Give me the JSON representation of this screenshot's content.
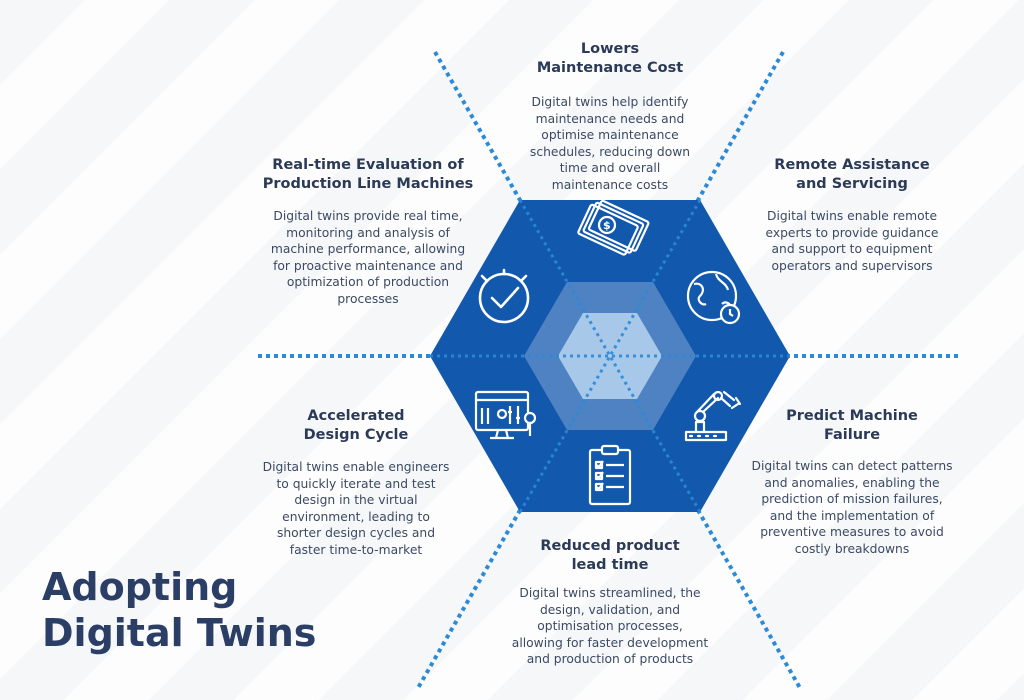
{
  "title": "Adopting\nDigital Twins",
  "colors": {
    "hexagon": "#1258ad",
    "accent_dots": "#2a8ad8",
    "text": "#2b3a57"
  },
  "blocks": [
    {
      "id": "lowers-maintenance-cost",
      "icon": "money-icon",
      "title": "Lowers\nMaintenance Cost",
      "text": "Digital twins help identify\nmaintenance needs and\noptimise maintenance\nschedules, reducing down\ntime and overall\nmaintenance costs"
    },
    {
      "id": "remote-assistance",
      "icon": "globe-clock-icon",
      "title": "Remote Assistance\nand Servicing",
      "text": "Digital twins enable remote\nexperts to provide guidance\nand support to equipment\noperators and supervisors"
    },
    {
      "id": "predict-machine-failure",
      "icon": "robot-arm-icon",
      "title": "Predict Machine\nFailure",
      "text": "Digital twins can detect patterns\nand anomalies, enabling the\nprediction of mission failures,\nand the implementation of\npreventive measures to avoid\ncostly breakdowns"
    },
    {
      "id": "reduced-lead-time",
      "icon": "checklist-icon",
      "title": "Reduced product\nlead time",
      "text": "Digital twins streamlined, the\ndesign, validation, and\noptimisation processes,\nallowing for faster development\nand production of products"
    },
    {
      "id": "accelerated-design-cycle",
      "icon": "design-monitor-icon",
      "title": "Accelerated\nDesign Cycle",
      "text": "Digital twins enable engineers\nto quickly iterate and test\ndesign in the virtual\nenvironment, leading to\nshorter design cycles and\nfaster time-to-market"
    },
    {
      "id": "real-time-evaluation",
      "icon": "checkmark-clock-icon",
      "title": "Real-time Evaluation of\nProduction Line Machines",
      "text": "Digital twins provide real time,\nmonitoring and analysis of\nmachine performance, allowing\nfor proactive maintenance and\noptimization of production\nprocesses"
    }
  ]
}
